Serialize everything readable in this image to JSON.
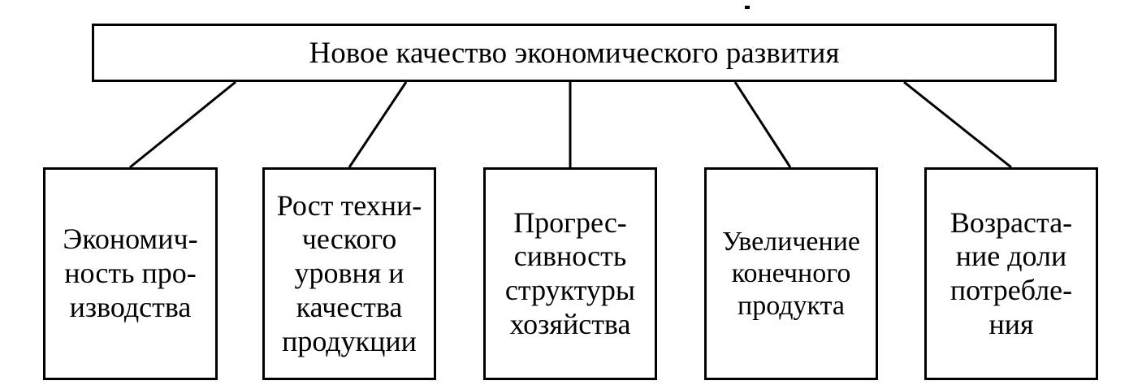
{
  "root": {
    "label": "Новое качество экономического развития"
  },
  "children": [
    {
      "label": "Экономич-\nность про-\nизводства"
    },
    {
      "label": "Рост техни-\nческого\nуровня и\nкачества\nпродукции"
    },
    {
      "label": "Прогрес-\nсивность\nструктуры\nхозяйства"
    },
    {
      "label": "Увеличение\nконечного\nпродукта"
    },
    {
      "label": "Возраста-\nние доли\nпотребле-\nния"
    }
  ],
  "colors": {
    "ink": "#000000",
    "background": "#ffffff"
  }
}
